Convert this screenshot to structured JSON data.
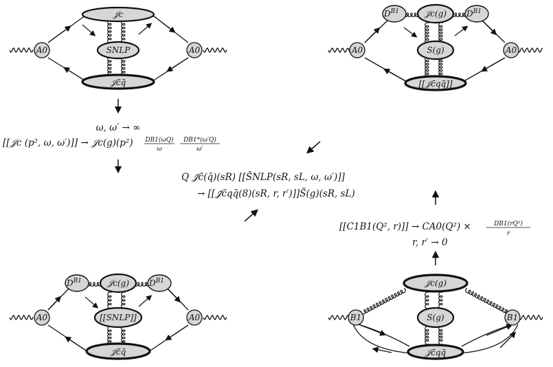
{
  "colors": {
    "blob_fill": "#d6d6d6",
    "line": "#111111",
    "background": "#ffffff"
  },
  "vertex_labels": {
    "a0": "A0",
    "b1": "B1",
    "db1": "D",
    "db1_sup": "B1"
  },
  "diagram_top_left": {
    "jet_top": "𝒥c",
    "soft": "SNLP",
    "jet_bottom": "𝒥c̄q̄"
  },
  "diagram_top_right": {
    "jet_top": "𝒥c(g)",
    "soft": "S(g)",
    "jet_bottom": "[[𝒥c̄qq̄]]"
  },
  "diagram_bottom_left": {
    "jet_top": "𝒥c(g)",
    "soft": "[[SNLP]]",
    "jet_bottom": "𝒥c̄q̄"
  },
  "diagram_bottom_right": {
    "jet_top": "𝒥c(g)",
    "soft": "S(g)",
    "jet_bottom": "𝒥c̄qq̄"
  },
  "formulas": {
    "left_limit": "ω, ω′ → ∞",
    "left_relation": "[[𝒥c (p², ω, ω′)]] → 𝒥c(g)(p²)",
    "left_frac1_num": "DB1(ωQ)",
    "left_frac1_den": "ω",
    "left_frac2_num": "DB1*(ω′Q)",
    "left_frac2_den": "ω′",
    "center_line1": "Q 𝒥̃c̄(q̄)(sR) [[S̃NLP(sR, sL, ω, ω′)]]",
    "center_line2": "→ [[𝒥̃c̄qq̄(8)(sR, r, r′)]]S̃(g)(sR, sL)",
    "right_relation": "[[C1B1(Q², r)]] → CA0(Q²) ×",
    "right_frac_num": "DB1(rQ²)",
    "right_frac_den": "r",
    "right_limit": "r, r′ → 0"
  }
}
